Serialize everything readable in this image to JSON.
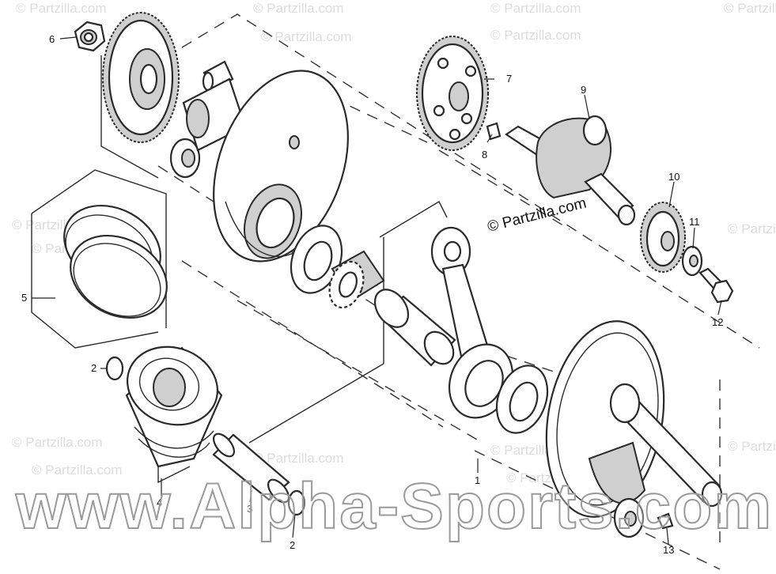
{
  "copyright": "© Partzilla.com",
  "watermark_small": "© Partzilla.com",
  "watermark_big": "www.Alpha-Sports.com",
  "callouts": {
    "c1": "1",
    "c2a": "2",
    "c2b": "2",
    "c3": "3",
    "c4": "4",
    "c5": "5",
    "c6": "6",
    "c7": "7",
    "c8": "8",
    "c9": "9",
    "c10": "10",
    "c11": "11",
    "c12": "12",
    "c13": "13"
  }
}
